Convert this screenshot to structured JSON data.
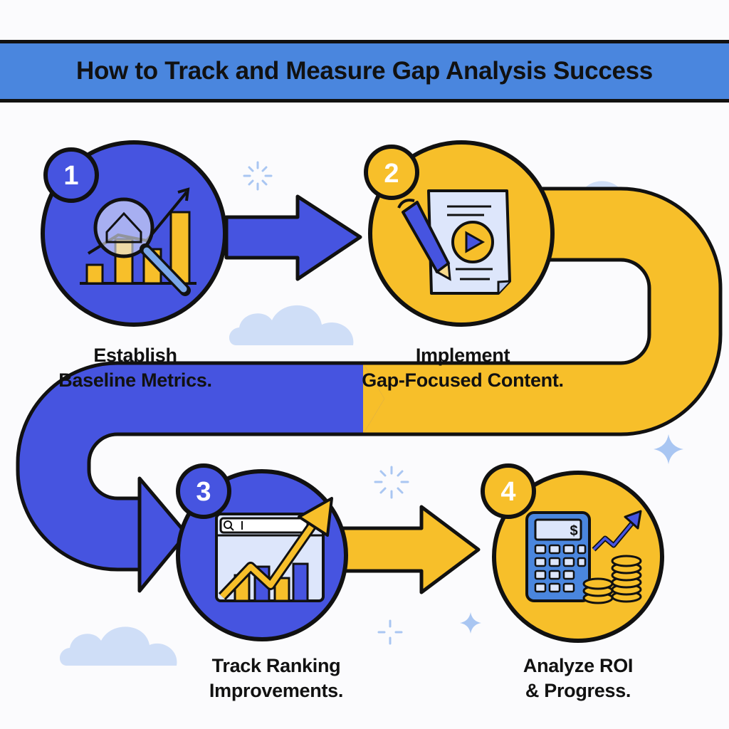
{
  "title": "How to Track and Measure Gap Analysis Success",
  "colors": {
    "banner": "#4a86de",
    "blue": "#4654e0",
    "gold": "#f7bf2a",
    "outline": "#111111",
    "cloud": "#cfdef7",
    "sparkle": "#a9c6f2"
  },
  "steps": [
    {
      "number": "1",
      "label_line1": "Establish",
      "label_line2": "Baseline Metrics.",
      "icon": "magnifier-bar-chart-icon"
    },
    {
      "number": "2",
      "label_line1": "Implement",
      "label_line2": "Gap-Focused Content.",
      "icon": "document-pen-play-icon"
    },
    {
      "number": "3",
      "label_line1": "Track Ranking",
      "label_line2": "Improvements.",
      "icon": "browser-trend-chart-icon"
    },
    {
      "number": "4",
      "label_line1": "Analyze ROI",
      "label_line2": "& Progress.",
      "icon": "calculator-coins-icon"
    }
  ],
  "calculator_symbol": "$"
}
